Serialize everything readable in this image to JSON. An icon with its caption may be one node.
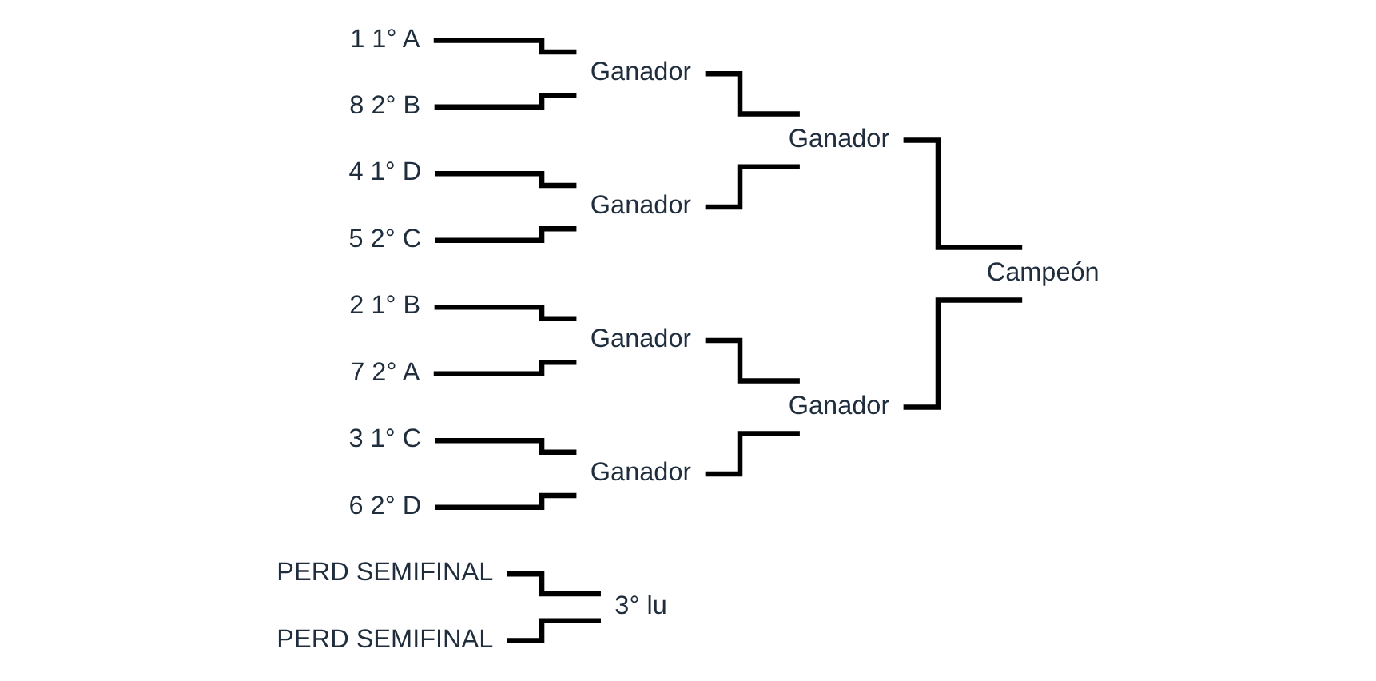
{
  "diagram": {
    "nodes": [
      {
        "text": [
          "1 1° A"
        ]
      },
      {
        "text": [
          "8 2° B"
        ]
      },
      {
        "text": [
          "4 1° D"
        ]
      },
      {
        "text": [
          "5 2° C"
        ]
      },
      {
        "text": [
          "2 1° B"
        ]
      },
      {
        "text": [
          "7 2° A"
        ]
      },
      {
        "text": [
          "3 1° C"
        ]
      },
      {
        "text": [
          "6 2° D"
        ]
      },
      {
        "text": [
          "Ganador"
        ]
      },
      {
        "text": [
          "Ganador"
        ]
      },
      {
        "text": [
          "Ganador"
        ]
      },
      {
        "text": [
          "Ganador"
        ]
      },
      {
        "text": [
          "Ganador"
        ]
      },
      {
        "text": [
          "Ganador"
        ]
      },
      {
        "text": [
          "Campeón"
        ]
      },
      {
        "text": [
          "PERD SEMIFINAL"
        ]
      },
      {
        "text": [
          "PERD SEMIFINAL"
        ]
      },
      {
        "text": [
          "3° lu"
        ]
      }
    ],
    "edges": [
      {
        "from": 0,
        "to": 8,
        "arrow": "none"
      },
      {
        "from": 1,
        "to": 8,
        "arrow": "none"
      },
      {
        "from": 2,
        "to": 9,
        "arrow": "none"
      },
      {
        "from": 3,
        "to": 9,
        "arrow": "none"
      },
      {
        "from": 4,
        "to": 10,
        "arrow": "none"
      },
      {
        "from": 5,
        "to": 10,
        "arrow": "none"
      },
      {
        "from": 6,
        "to": 11,
        "arrow": "none"
      },
      {
        "from": 7,
        "to": 11,
        "arrow": "none"
      },
      {
        "from": 8,
        "to": 12,
        "arrow": "none"
      },
      {
        "from": 9,
        "to": 12,
        "arrow": "none"
      },
      {
        "from": 10,
        "to": 13,
        "arrow": "none"
      },
      {
        "from": 11,
        "to": 13,
        "arrow": "none"
      },
      {
        "from": 12,
        "to": 14,
        "arrow": "none"
      },
      {
        "from": 13,
        "to": 14,
        "arrow": "none"
      },
      {
        "from": 15,
        "to": 17,
        "arrow": "none"
      },
      {
        "from": 16,
        "to": 17,
        "arrow": "none"
      }
    ]
  }
}
